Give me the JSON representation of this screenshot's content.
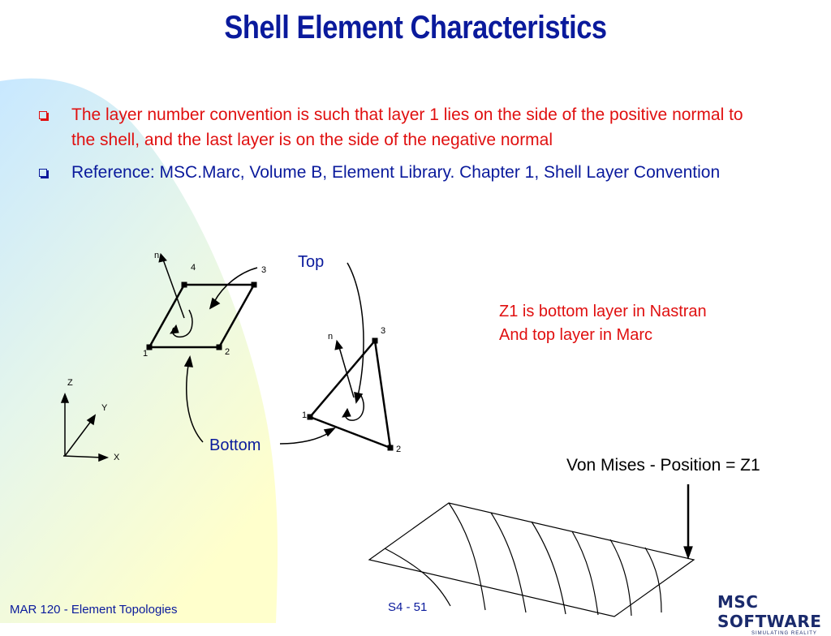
{
  "slide": {
    "title": "Shell Element Characteristics",
    "bullets": [
      "The layer number convention is such that layer 1 lies on the side of the positive normal to the shell, and the last layer is on the side of the negative normal",
      "Reference:  MSC.Marc, Volume B, Element Library.  Chapter 1, Shell Layer Convention"
    ]
  },
  "figure": {
    "top_label": "Top",
    "bottom_label": "Bottom",
    "note_line1": "Z1 is bottom layer in Nastran",
    "note_line2": "And top layer in Marc",
    "von_mises_label": "Von Mises - Position = Z1",
    "quad_labels": {
      "n": "n",
      "n1": "1",
      "n2": "2",
      "n3": "3",
      "n4": "4"
    },
    "tri_labels": {
      "n": "n",
      "n1": "1",
      "n2": "2",
      "n3": "3"
    },
    "axis_labels": {
      "z": "Z",
      "y": "Y",
      "x": "X"
    }
  },
  "footer": {
    "left": "MAR 120 - Element Topologies",
    "page": "S4 - 51",
    "logo_text": "MSC SOFTWARE",
    "logo_tagline": "SIMULATING REALITY"
  },
  "colors": {
    "title": "#0a1a9c",
    "bullet_red": "#e01010",
    "bullet_blue": "#0a1a9c",
    "background_gradient_start": "#c8e8ff",
    "background_gradient_end": "#ffffd0"
  }
}
